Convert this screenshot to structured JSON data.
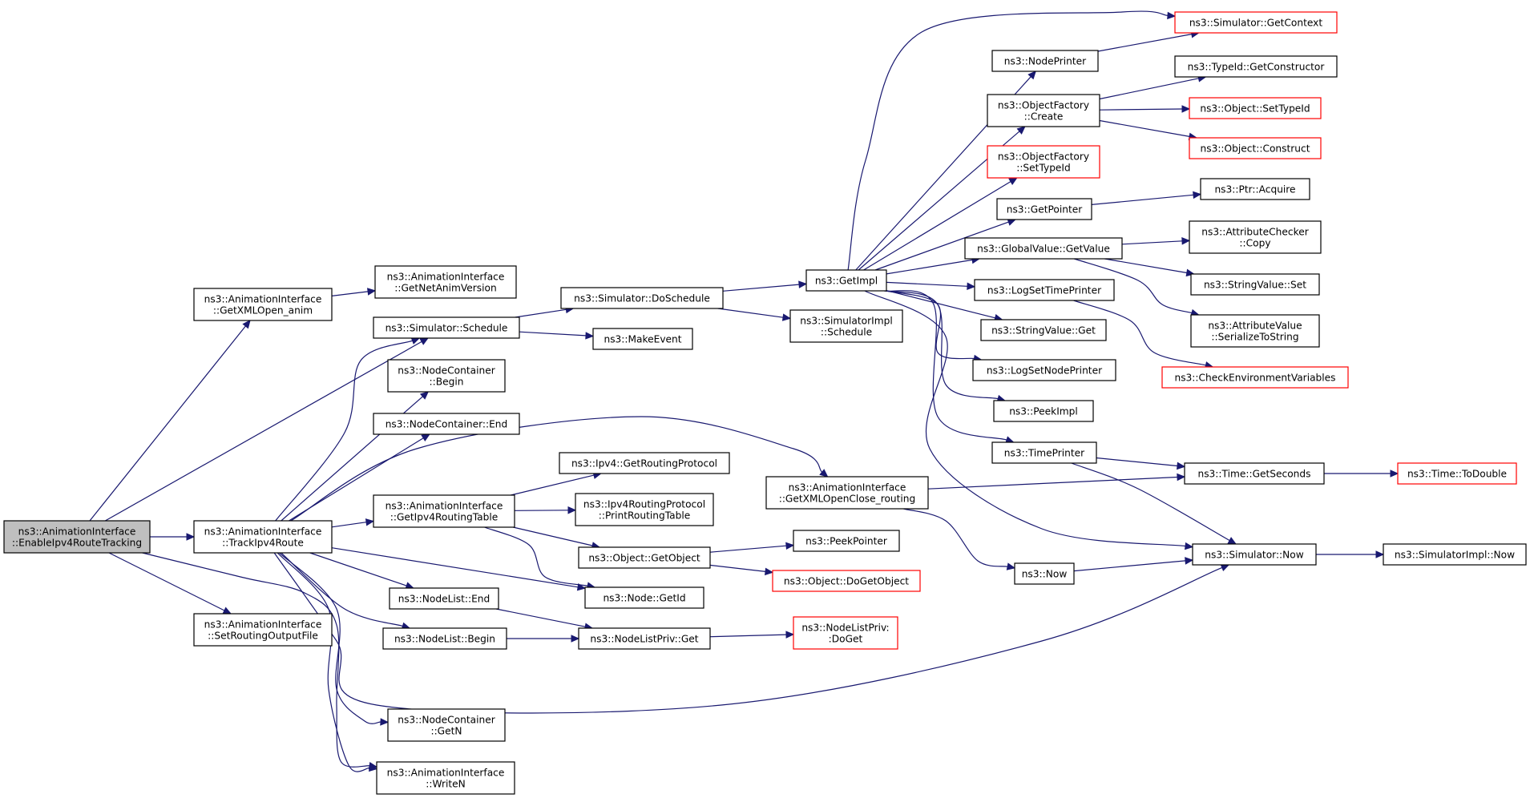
{
  "graph": {
    "colors": {
      "edge": "#191970",
      "node_border": "#000000",
      "truncated_border": "#ff0000",
      "root_fill": "#bfbfbf",
      "background": "#ffffff"
    },
    "nodes": [
      {
        "id": "root",
        "lines": [
          "ns3::AnimationInterface",
          "::EnableIpv4RouteTracking"
        ],
        "style": "root"
      },
      {
        "id": "getxmlopen_anim",
        "lines": [
          "ns3::AnimationInterface",
          "::GetXMLOpen_anim"
        ]
      },
      {
        "id": "getnetanimversion",
        "lines": [
          "ns3::AnimationInterface",
          "::GetNetAnimVersion"
        ]
      },
      {
        "id": "sim_schedule",
        "lines": [
          "ns3::Simulator::Schedule"
        ]
      },
      {
        "id": "trackipv4route",
        "lines": [
          "ns3::AnimationInterface",
          "::TrackIpv4Route"
        ]
      },
      {
        "id": "setroutingoutputfile",
        "lines": [
          "ns3::AnimationInterface",
          "::SetRoutingOutputFile"
        ]
      },
      {
        "id": "nc_begin",
        "lines": [
          "ns3::NodeContainer",
          "::Begin"
        ]
      },
      {
        "id": "nc_end",
        "lines": [
          "ns3::NodeContainer::End"
        ]
      },
      {
        "id": "getipv4routingtable",
        "lines": [
          "ns3::AnimationInterface",
          "::GetIpv4RoutingTable"
        ]
      },
      {
        "id": "nl_end",
        "lines": [
          "ns3::NodeList::End"
        ]
      },
      {
        "id": "nl_begin",
        "lines": [
          "ns3::NodeList::Begin"
        ]
      },
      {
        "id": "nc_getn",
        "lines": [
          "ns3::NodeContainer",
          "::GetN"
        ]
      },
      {
        "id": "writen",
        "lines": [
          "ns3::AnimationInterface",
          "::WriteN"
        ]
      },
      {
        "id": "sim_doschedule",
        "lines": [
          "ns3::Simulator::DoSchedule"
        ]
      },
      {
        "id": "makeevent",
        "lines": [
          "ns3::MakeEvent"
        ]
      },
      {
        "id": "ipv4_getroutingprotocol",
        "lines": [
          "ns3::Ipv4::GetRoutingProtocol"
        ]
      },
      {
        "id": "printroutingtable",
        "lines": [
          "ns3::Ipv4RoutingProtocol",
          "::PrintRoutingTable"
        ]
      },
      {
        "id": "object_getobject",
        "lines": [
          "ns3::Object::GetObject"
        ]
      },
      {
        "id": "node_getid",
        "lines": [
          "ns3::Node::GetId"
        ]
      },
      {
        "id": "nlp_get",
        "lines": [
          "ns3::NodeListPriv::Get"
        ]
      },
      {
        "id": "getimpl",
        "lines": [
          "ns3::GetImpl"
        ]
      },
      {
        "id": "simimpl_schedule",
        "lines": [
          "ns3::SimulatorImpl",
          "::Schedule"
        ]
      },
      {
        "id": "getxmlopenclose_routing",
        "lines": [
          "ns3::AnimationInterface",
          "::GetXMLOpenClose_routing"
        ]
      },
      {
        "id": "peekpointer",
        "lines": [
          "ns3::PeekPointer"
        ]
      },
      {
        "id": "object_dogetobject",
        "lines": [
          "ns3::Object::DoGetObject"
        ],
        "style": "truncated"
      },
      {
        "id": "nlp_doget",
        "lines": [
          "ns3::NodeListPriv:",
          ":DoGet"
        ],
        "style": "truncated"
      },
      {
        "id": "nodeprinter",
        "lines": [
          "ns3::NodePrinter"
        ]
      },
      {
        "id": "objectfactory_create",
        "lines": [
          "ns3::ObjectFactory",
          "::Create"
        ]
      },
      {
        "id": "objectfactory_settypeid",
        "lines": [
          "ns3::ObjectFactory",
          "::SetTypeId"
        ],
        "style": "truncated"
      },
      {
        "id": "getpointer",
        "lines": [
          "ns3::GetPointer"
        ]
      },
      {
        "id": "globalvalue_getvalue",
        "lines": [
          "ns3::GlobalValue::GetValue"
        ]
      },
      {
        "id": "logsettimeprinter",
        "lines": [
          "ns3::LogSetTimePrinter"
        ]
      },
      {
        "id": "stringvalue_get",
        "lines": [
          "ns3::StringValue::Get"
        ]
      },
      {
        "id": "logsetnodeprinter",
        "lines": [
          "ns3::LogSetNodePrinter"
        ]
      },
      {
        "id": "peekimpl",
        "lines": [
          "ns3::PeekImpl"
        ]
      },
      {
        "id": "timeprinter",
        "lines": [
          "ns3::TimePrinter"
        ]
      },
      {
        "id": "ns3_now",
        "lines": [
          "ns3::Now"
        ]
      },
      {
        "id": "sim_getcontext",
        "lines": [
          "ns3::Simulator::GetContext"
        ],
        "style": "truncated"
      },
      {
        "id": "typeid_getconstructor",
        "lines": [
          "ns3::TypeId::GetConstructor"
        ]
      },
      {
        "id": "object_settypeid",
        "lines": [
          "ns3::Object::SetTypeId"
        ],
        "style": "truncated"
      },
      {
        "id": "object_construct",
        "lines": [
          "ns3::Object::Construct"
        ],
        "style": "truncated"
      },
      {
        "id": "ptr_acquire",
        "lines": [
          "ns3::Ptr::Acquire"
        ]
      },
      {
        "id": "attributechecker_copy",
        "lines": [
          "ns3::AttributeChecker",
          "::Copy"
        ]
      },
      {
        "id": "stringvalue_set",
        "lines": [
          "ns3::StringValue::Set"
        ]
      },
      {
        "id": "attributevalue_serializetostring",
        "lines": [
          "ns3::AttributeValue",
          "::SerializeToString"
        ]
      },
      {
        "id": "checkenvironmentvariables",
        "lines": [
          "ns3::CheckEnvironmentVariables"
        ],
        "style": "truncated"
      },
      {
        "id": "time_getseconds",
        "lines": [
          "ns3::Time::GetSeconds"
        ]
      },
      {
        "id": "sim_now",
        "lines": [
          "ns3::Simulator::Now"
        ]
      },
      {
        "id": "time_todouble",
        "lines": [
          "ns3::Time::ToDouble"
        ],
        "style": "truncated"
      },
      {
        "id": "simimpl_now",
        "lines": [
          "ns3::SimulatorImpl::Now"
        ]
      }
    ],
    "edges": [
      [
        "root",
        "getxmlopen_anim"
      ],
      [
        "root",
        "sim_schedule"
      ],
      [
        "root",
        "trackipv4route"
      ],
      [
        "root",
        "setroutingoutputfile"
      ],
      [
        "root",
        "writen"
      ],
      [
        "getxmlopen_anim",
        "getnetanimversion"
      ],
      [
        "sim_schedule",
        "sim_doschedule"
      ],
      [
        "sim_schedule",
        "makeevent"
      ],
      [
        "trackipv4route",
        "sim_schedule"
      ],
      [
        "trackipv4route",
        "nc_begin"
      ],
      [
        "trackipv4route",
        "nc_end"
      ],
      [
        "trackipv4route",
        "getipv4routingtable"
      ],
      [
        "trackipv4route",
        "getxmlopenclose_routing"
      ],
      [
        "trackipv4route",
        "node_getid"
      ],
      [
        "trackipv4route",
        "nl_end"
      ],
      [
        "trackipv4route",
        "nl_begin"
      ],
      [
        "trackipv4route",
        "sim_now"
      ],
      [
        "trackipv4route",
        "nc_getn"
      ],
      [
        "trackipv4route",
        "writen"
      ],
      [
        "getipv4routingtable",
        "ipv4_getroutingprotocol"
      ],
      [
        "getipv4routingtable",
        "printroutingtable"
      ],
      [
        "getipv4routingtable",
        "object_getobject"
      ],
      [
        "getipv4routingtable",
        "node_getid"
      ],
      [
        "nl_end",
        "nlp_get"
      ],
      [
        "nl_begin",
        "nlp_get"
      ],
      [
        "nlp_get",
        "nlp_doget"
      ],
      [
        "object_getobject",
        "peekpointer"
      ],
      [
        "object_getobject",
        "object_dogetobject"
      ],
      [
        "sim_doschedule",
        "getimpl"
      ],
      [
        "sim_doschedule",
        "simimpl_schedule"
      ],
      [
        "getxmlopenclose_routing",
        "time_getseconds"
      ],
      [
        "getxmlopenclose_routing",
        "ns3_now"
      ],
      [
        "getimpl",
        "sim_getcontext"
      ],
      [
        "getimpl",
        "nodeprinter"
      ],
      [
        "getimpl",
        "objectfactory_create"
      ],
      [
        "getimpl",
        "objectfactory_settypeid"
      ],
      [
        "getimpl",
        "getpointer"
      ],
      [
        "getimpl",
        "globalvalue_getvalue"
      ],
      [
        "getimpl",
        "logsettimeprinter"
      ],
      [
        "getimpl",
        "stringvalue_get"
      ],
      [
        "getimpl",
        "logsetnodeprinter"
      ],
      [
        "getimpl",
        "peekimpl"
      ],
      [
        "getimpl",
        "timeprinter"
      ],
      [
        "getimpl",
        "sim_now"
      ],
      [
        "nodeprinter",
        "sim_getcontext"
      ],
      [
        "objectfactory_create",
        "typeid_getconstructor"
      ],
      [
        "objectfactory_create",
        "object_settypeid"
      ],
      [
        "objectfactory_create",
        "object_construct"
      ],
      [
        "getpointer",
        "ptr_acquire"
      ],
      [
        "globalvalue_getvalue",
        "attributechecker_copy"
      ],
      [
        "globalvalue_getvalue",
        "stringvalue_set"
      ],
      [
        "globalvalue_getvalue",
        "attributevalue_serializetostring"
      ],
      [
        "logsettimeprinter",
        "checkenvironmentvariables"
      ],
      [
        "timeprinter",
        "time_getseconds"
      ],
      [
        "timeprinter",
        "sim_now"
      ],
      [
        "ns3_now",
        "sim_now"
      ],
      [
        "time_getseconds",
        "time_todouble"
      ],
      [
        "sim_now",
        "simimpl_now"
      ]
    ]
  }
}
